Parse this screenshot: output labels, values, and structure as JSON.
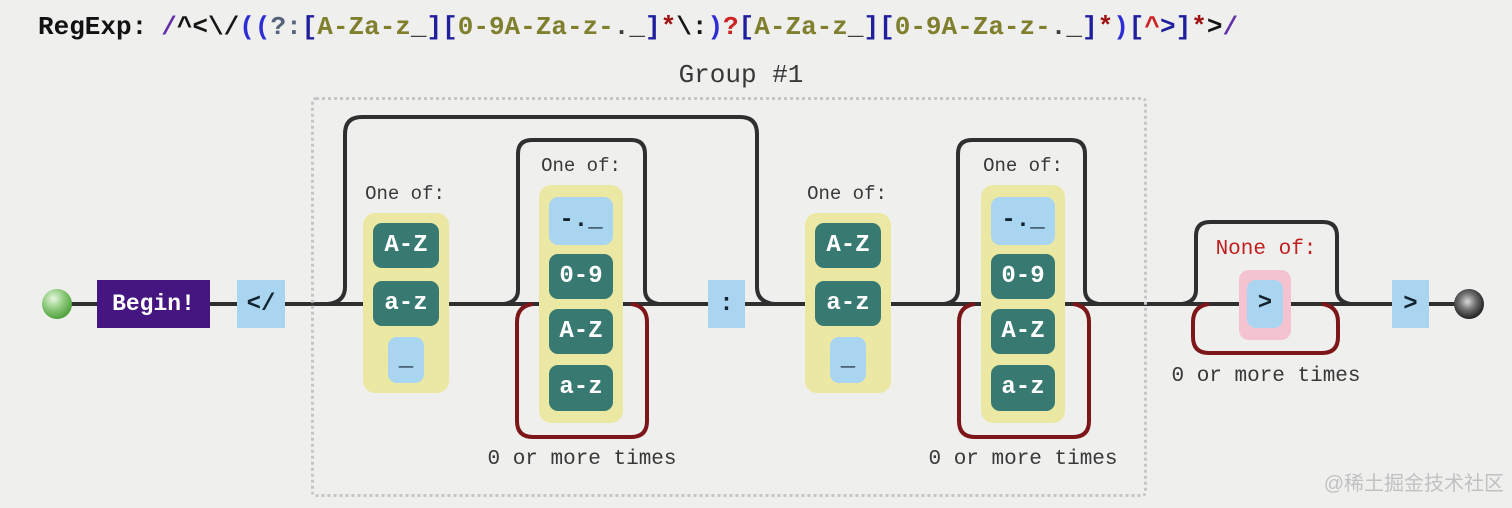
{
  "regex": {
    "label": "RegExp:",
    "tokens": [
      {
        "t": "/",
        "c": "purple"
      },
      {
        "t": "^<\\/",
        "c": "black"
      },
      {
        "t": "((",
        "c": "blue"
      },
      {
        "t": "?:",
        "c": "slate"
      },
      {
        "t": "[",
        "c": "navy"
      },
      {
        "t": "A-Za-z",
        "c": "olive"
      },
      {
        "t": "_",
        "c": "gray"
      },
      {
        "t": "]",
        "c": "navy"
      },
      {
        "t": "[",
        "c": "navy"
      },
      {
        "t": "0-9A-Za-z-",
        "c": "olive"
      },
      {
        "t": "._",
        "c": "gray"
      },
      {
        "t": "]",
        "c": "navy"
      },
      {
        "t": "*",
        "c": "darkred"
      },
      {
        "t": "\\:",
        "c": "black"
      },
      {
        "t": ")",
        "c": "blue"
      },
      {
        "t": "?",
        "c": "red"
      },
      {
        "t": "[",
        "c": "navy"
      },
      {
        "t": "A-Za-z",
        "c": "olive"
      },
      {
        "t": "_",
        "c": "gray"
      },
      {
        "t": "]",
        "c": "navy"
      },
      {
        "t": "[",
        "c": "navy"
      },
      {
        "t": "0-9A-Za-z-",
        "c": "olive"
      },
      {
        "t": "._",
        "c": "gray"
      },
      {
        "t": "]",
        "c": "navy"
      },
      {
        "t": "*",
        "c": "darkred"
      },
      {
        "t": ")",
        "c": "blue"
      },
      {
        "t": "[",
        "c": "navy"
      },
      {
        "t": "^",
        "c": "red"
      },
      {
        "t": ">",
        "c": "navy"
      },
      {
        "t": "]",
        "c": "navy"
      },
      {
        "t": "*",
        "c": "darkred"
      },
      {
        "t": ">",
        "c": "black"
      },
      {
        "t": "/",
        "c": "purple"
      }
    ]
  },
  "diagram": {
    "begin_label": "Begin!",
    "group_label": "Group #1",
    "literals": {
      "open_tag": "</",
      "colon": ":",
      "gt": ">"
    },
    "groups": [
      {
        "label": "One of:",
        "items": [
          "A-Z",
          "a-z",
          "_"
        ]
      },
      {
        "label": "One of:",
        "items": [
          "-._",
          "0-9",
          "A-Z",
          "a-z"
        ],
        "repeat": "0 or more times"
      },
      {
        "label": "One of:",
        "items": [
          "A-Z",
          "a-z",
          "_"
        ]
      },
      {
        "label": "One of:",
        "items": [
          "-._",
          "0-9",
          "A-Z",
          "a-z"
        ],
        "repeat": "0 or more times"
      },
      {
        "label": "None of:",
        "items": [
          ">"
        ],
        "repeat": "0 or more times"
      }
    ]
  },
  "watermark": "@稀土掘金技术社区",
  "palette": {
    "background": "#efefee",
    "teal_box": "#387a72",
    "light_blue_box": "#a9d5f0",
    "pale_yellow_container": "#ebe8a4",
    "pink_container": "#f5c2cf",
    "begin_purple": "#451580",
    "line": "#2f2f2f",
    "loop_red": "#7d1618",
    "none_of_label_red": "#c02020"
  }
}
